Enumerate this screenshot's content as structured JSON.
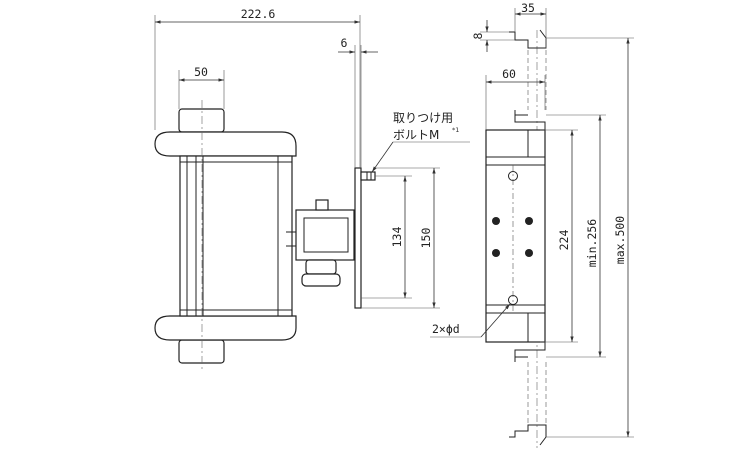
{
  "dimensions": {
    "overall_width": "222.6",
    "clamp_width": "50",
    "plate_thickness": "6",
    "top_width": "35",
    "top_small": "8",
    "front_width": "60",
    "mount_134": "134",
    "mount_150": "150",
    "span_224": "224",
    "min_256": "min.256",
    "max_500": "max.500"
  },
  "labels": {
    "bolt_line1": "取りつけ用",
    "bolt_line2": "ボルトM",
    "bolt_note": "*1",
    "hole_callout": "2×ϕd"
  }
}
